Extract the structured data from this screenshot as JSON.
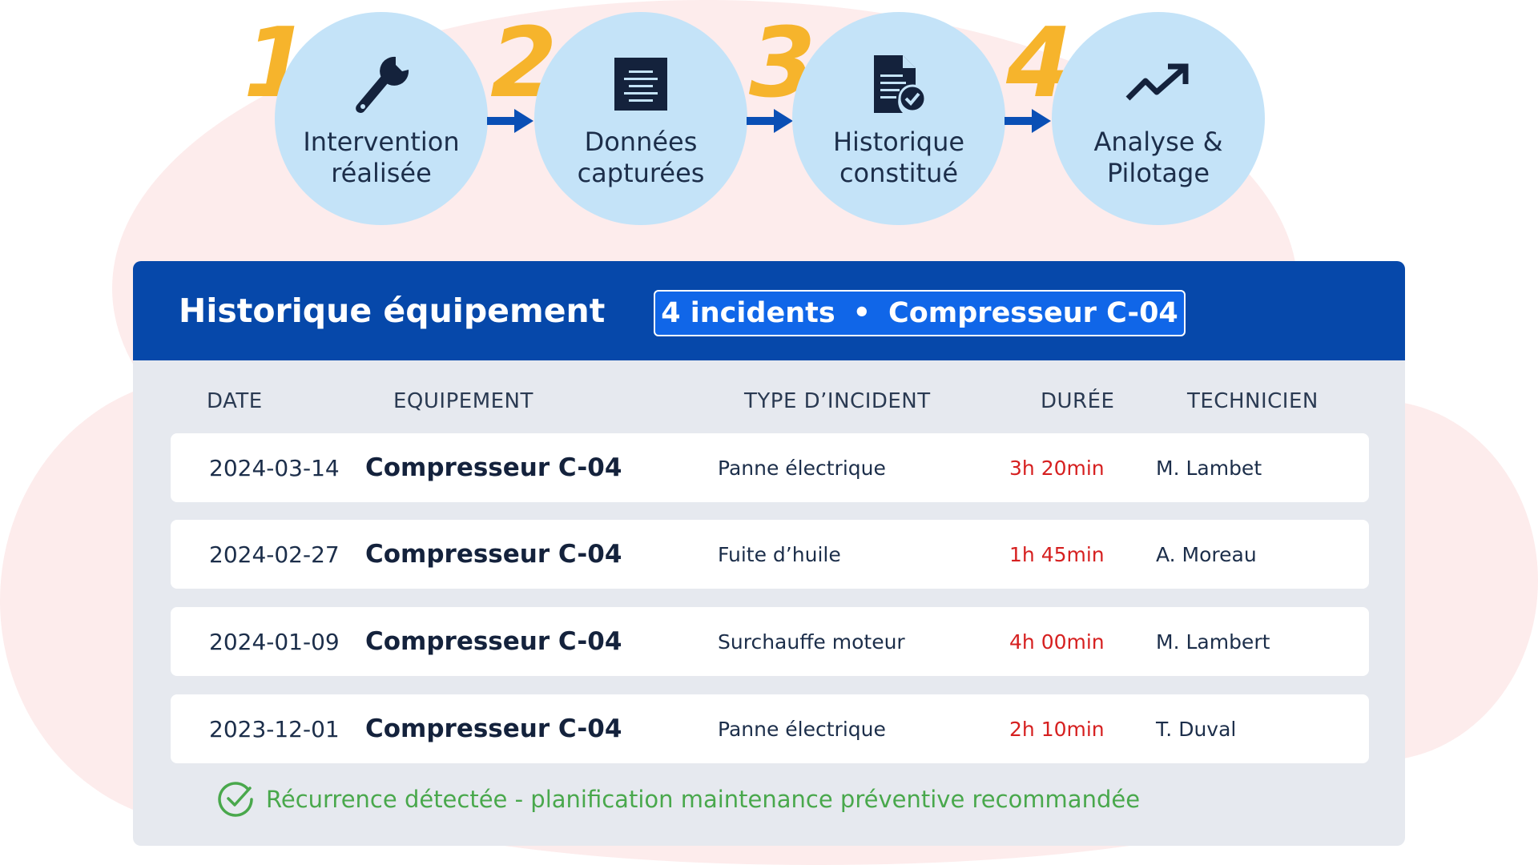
{
  "steps": [
    {
      "number": "1",
      "label_line1": "Intervention",
      "label_line2": "réalisée",
      "icon": "wrench-icon"
    },
    {
      "number": "2",
      "label_line1": "Données",
      "label_line2": "capturées",
      "icon": "document-lines-icon"
    },
    {
      "number": "3",
      "label_line1": "Historique",
      "label_line2": "constitué",
      "icon": "document-check-icon"
    },
    {
      "number": "4",
      "label_line1": "Analyse &",
      "label_line2": "Pilotage",
      "icon": "trend-up-icon"
    }
  ],
  "card": {
    "title": "Historique équipement",
    "badge_count": "4 incidents",
    "badge_separator": "•",
    "badge_equipment": "Compresseur C-04"
  },
  "table": {
    "headers": [
      "DATE",
      "EQUIPEMENT",
      "TYPE D’INCIDENT",
      "DURÉE",
      "TECHNICIEN"
    ],
    "rows": [
      {
        "date": "2024-03-14",
        "equipment": "Compresseur C-04",
        "type": "Panne électrique",
        "duration": "3h 20min",
        "technician": "M. Lambet"
      },
      {
        "date": "2024-02-27",
        "equipment": "Compresseur C-04",
        "type": "Fuite d’huile",
        "duration": "1h 45min",
        "technician": "A. Moreau"
      },
      {
        "date": "2024-01-09",
        "equipment": "Compresseur C-04",
        "type": "Surchauffe moteur",
        "duration": "4h 00min",
        "technician": "M. Lambert"
      },
      {
        "date": "2023-12-01",
        "equipment": "Compresseur C-04",
        "type": "Panne électrique",
        "duration": "2h 10min",
        "technician": "T. Duval"
      }
    ]
  },
  "note": {
    "icon": "check-circle-icon",
    "text": "Récurrence détectée - planification maintenance préventive recommandée"
  },
  "colors": {
    "step_number": "#f6b42c",
    "step_circle": "#c4e3f8",
    "arrow": "#0a4fb5",
    "header_bg": "#0648aa",
    "badge_bg": "#1066e8",
    "duration": "#d62020",
    "note": "#49a84c",
    "background_blob": "#fdecec"
  }
}
